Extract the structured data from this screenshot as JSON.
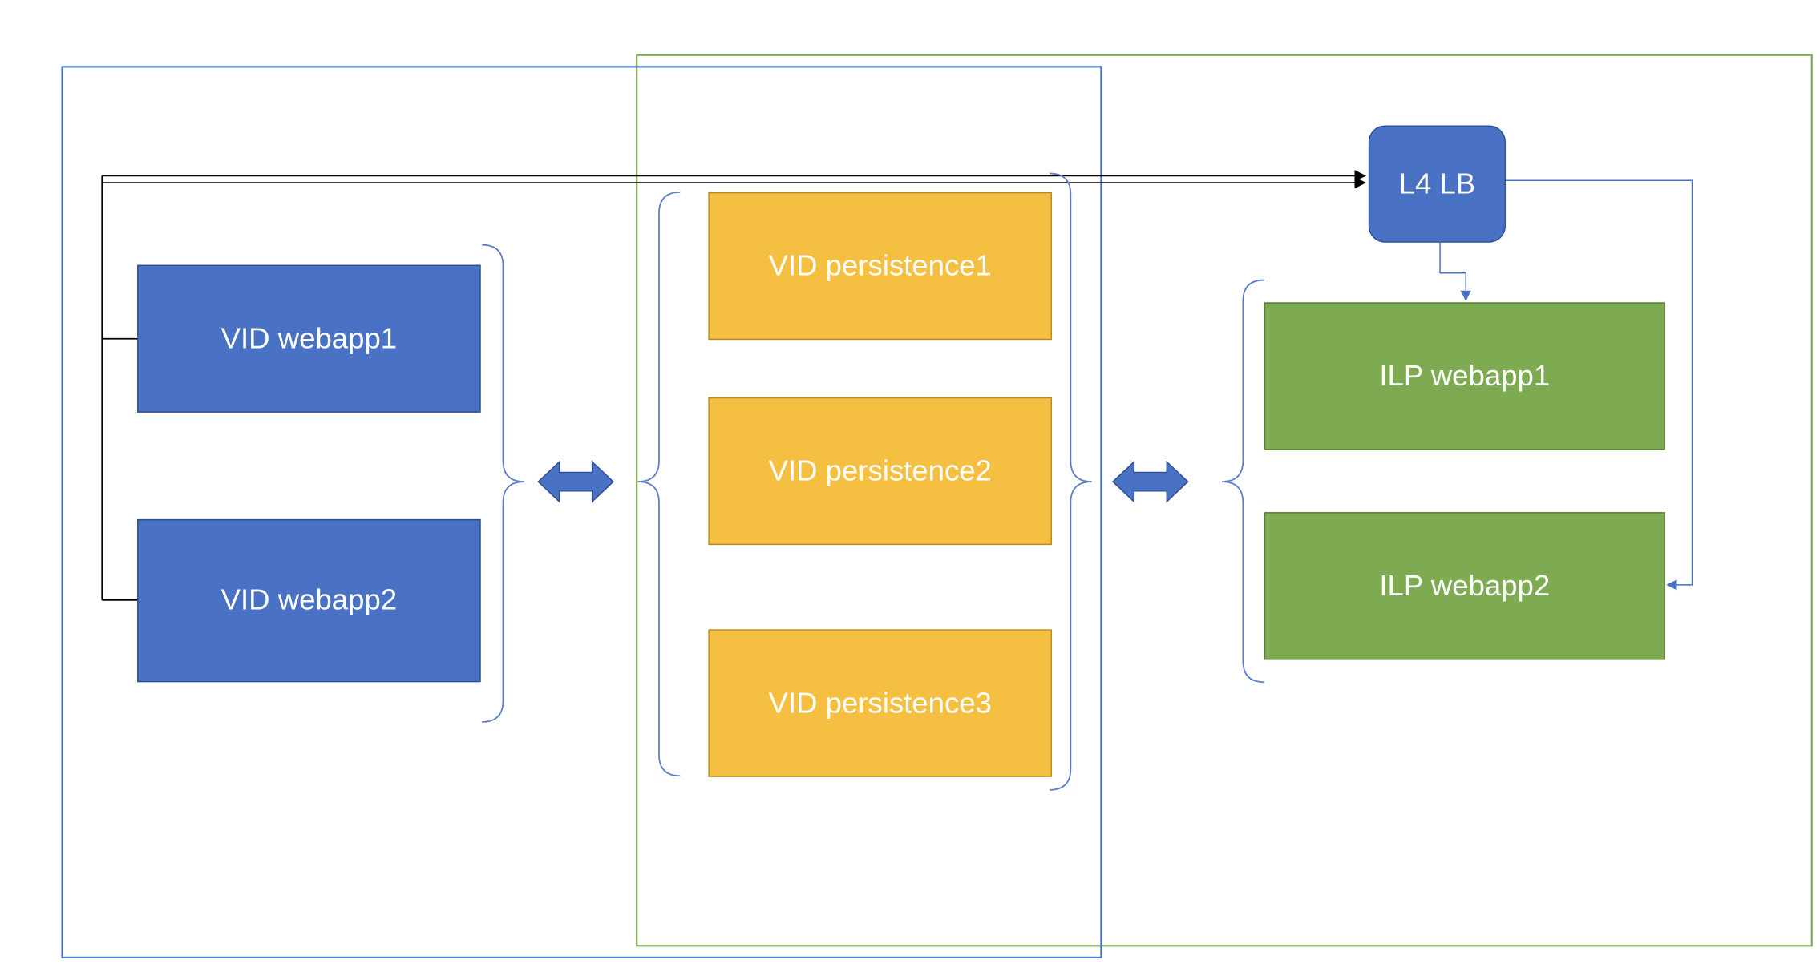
{
  "nodes": {
    "vid_webapp1": "VID webapp1",
    "vid_webapp2": "VID webapp2",
    "vid_persistence1": "VID persistence1",
    "vid_persistence2": "VID persistence2",
    "vid_persistence3": "VID persistence3",
    "l4_lb": "L4 LB",
    "ilp_webapp1": "ILP webapp1",
    "ilp_webapp2": "ILP webapp2"
  },
  "colors": {
    "vid_container_border": "#4a72c4",
    "ilp_container_border": "#7eab52",
    "vid_webapp_fill": "#4a72c4",
    "persistence_fill": "#f5bf42",
    "ilp_webapp_fill": "#7eab52",
    "connector_line": "#000000",
    "lb_connector_line": "#4a72c4"
  }
}
